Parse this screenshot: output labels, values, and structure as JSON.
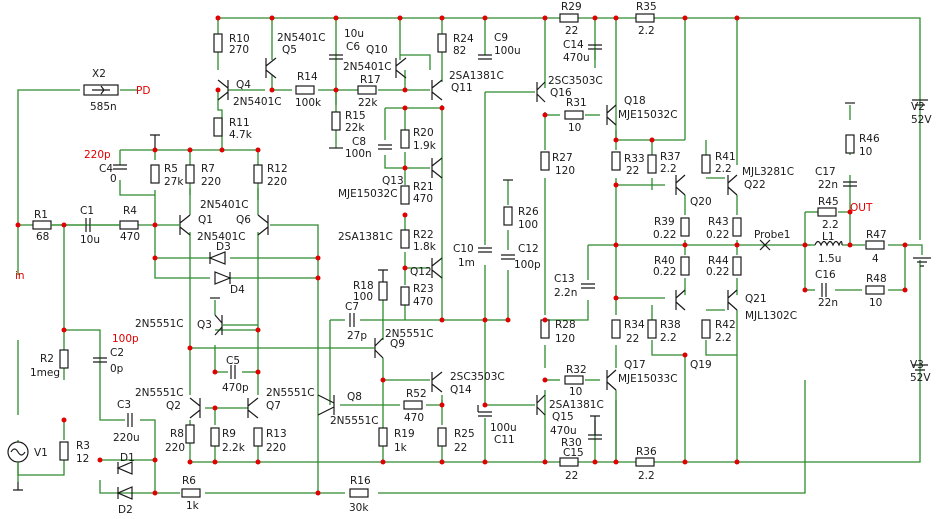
{
  "labels": [
    {
      "id": "R10",
      "t": "R10"
    },
    {
      "id": "R10v",
      "t": "270"
    },
    {
      "id": "Q5",
      "t": "Q5"
    },
    {
      "id": "Q5t",
      "t": "2N5401C"
    },
    {
      "id": "C6",
      "t": "C6"
    },
    {
      "id": "C6v",
      "t": "10u"
    },
    {
      "id": "Q10",
      "t": "Q10"
    },
    {
      "id": "Q10t",
      "t": "2N5401C"
    },
    {
      "id": "R24",
      "t": "R24"
    },
    {
      "id": "R24v",
      "t": "82"
    },
    {
      "id": "C9",
      "t": "C9"
    },
    {
      "id": "C9v",
      "t": "100u"
    },
    {
      "id": "R29",
      "t": "R29"
    },
    {
      "id": "R29v",
      "t": "22"
    },
    {
      "id": "C14",
      "t": "C14"
    },
    {
      "id": "C14v",
      "t": "470u"
    },
    {
      "id": "R35",
      "t": "R35"
    },
    {
      "id": "R35v",
      "t": "2.2"
    },
    {
      "id": "X2",
      "t": "X2"
    },
    {
      "id": "X2v",
      "t": "585n"
    },
    {
      "id": "Q4",
      "t": "Q4"
    },
    {
      "id": "Q4t",
      "t": "2N5401C"
    },
    {
      "id": "R14",
      "t": "R14"
    },
    {
      "id": "R14v",
      "t": "100k"
    },
    {
      "id": "R17",
      "t": "R17"
    },
    {
      "id": "R17v",
      "t": "22k"
    },
    {
      "id": "Q11",
      "t": "Q11"
    },
    {
      "id": "Q11t",
      "t": "2SA1381C"
    },
    {
      "id": "Q16",
      "t": "Q16"
    },
    {
      "id": "Q16t",
      "t": "2SC3503C"
    },
    {
      "id": "R31",
      "t": "R31"
    },
    {
      "id": "R31v",
      "t": "10"
    },
    {
      "id": "Q18",
      "t": "Q18"
    },
    {
      "id": "Q18t",
      "t": "MJE15032C"
    },
    {
      "id": "R11",
      "t": "R11"
    },
    {
      "id": "R11v",
      "t": "4.7k"
    },
    {
      "id": "R15",
      "t": "R15"
    },
    {
      "id": "R15v",
      "t": "22k"
    },
    {
      "id": "C8",
      "t": "C8"
    },
    {
      "id": "C8v",
      "t": "100n"
    },
    {
      "id": "R20",
      "t": "R20"
    },
    {
      "id": "R20v",
      "t": "1.9k"
    },
    {
      "id": "R27",
      "t": "R27"
    },
    {
      "id": "R27v",
      "t": "120"
    },
    {
      "id": "R33",
      "t": "R33"
    },
    {
      "id": "R33v",
      "t": "22"
    },
    {
      "id": "R37",
      "t": "R37"
    },
    {
      "id": "R37v",
      "t": "2.2"
    },
    {
      "id": "R41",
      "t": "R41"
    },
    {
      "id": "R41v",
      "t": "2.2"
    },
    {
      "id": "Q22t",
      "t": "MJL3281C"
    },
    {
      "id": "Q22",
      "t": "Q22"
    },
    {
      "id": "R46",
      "t": "R46"
    },
    {
      "id": "R46v",
      "t": "10"
    },
    {
      "id": "V2",
      "t": "V2"
    },
    {
      "id": "V2v",
      "t": "52V"
    },
    {
      "id": "C17",
      "t": "C17"
    },
    {
      "id": "C17v",
      "t": "22n"
    },
    {
      "id": "C4",
      "t": "C4"
    },
    {
      "id": "C4v",
      "t": "0"
    },
    {
      "id": "R5",
      "t": "R5"
    },
    {
      "id": "R5v",
      "t": "27k"
    },
    {
      "id": "R7",
      "t": "R7"
    },
    {
      "id": "R7v",
      "t": "220"
    },
    {
      "id": "R12",
      "t": "R12"
    },
    {
      "id": "R12v",
      "t": "220"
    },
    {
      "id": "Q13",
      "t": "Q13"
    },
    {
      "id": "Q13t",
      "t": "MJE15032C"
    },
    {
      "id": "R21",
      "t": "R21"
    },
    {
      "id": "R21v",
      "t": "470"
    },
    {
      "id": "Q20",
      "t": "Q20"
    },
    {
      "id": "R45",
      "t": "R45"
    },
    {
      "id": "R45v",
      "t": "2.2"
    },
    {
      "id": "R1",
      "t": "R1"
    },
    {
      "id": "R1v",
      "t": "68"
    },
    {
      "id": "C1",
      "t": "C1"
    },
    {
      "id": "C1v",
      "t": "10u"
    },
    {
      "id": "R4",
      "t": "R4"
    },
    {
      "id": "R4v",
      "t": "470"
    },
    {
      "id": "Q1",
      "t": "Q1"
    },
    {
      "id": "Q1t",
      "t": "2N5401C"
    },
    {
      "id": "Q6",
      "t": "Q6"
    },
    {
      "id": "Q6t",
      "t": "2N5401C"
    },
    {
      "id": "D3",
      "t": "D3"
    },
    {
      "id": "D4",
      "t": "D4"
    },
    {
      "id": "R26",
      "t": "R26"
    },
    {
      "id": "R26v",
      "t": "100"
    },
    {
      "id": "C12",
      "t": "C12"
    },
    {
      "id": "C12v",
      "t": "100p"
    },
    {
      "id": "C10",
      "t": "C10"
    },
    {
      "id": "C10v",
      "t": "1m"
    },
    {
      "id": "R22",
      "t": "R22"
    },
    {
      "id": "R22v",
      "t": "1.8k"
    },
    {
      "id": "Q12",
      "t": "Q12"
    },
    {
      "id": "R23",
      "t": "R23"
    },
    {
      "id": "R23v",
      "t": "470"
    },
    {
      "id": "Q9a",
      "t": "2SA1381C"
    },
    {
      "id": "R39",
      "t": "R39"
    },
    {
      "id": "R39v",
      "t": "0.22"
    },
    {
      "id": "R43",
      "t": "R43"
    },
    {
      "id": "R43v",
      "t": "0.22"
    },
    {
      "id": "R40",
      "t": "R40"
    },
    {
      "id": "R40v",
      "t": "0.22"
    },
    {
      "id": "R44",
      "t": "R44"
    },
    {
      "id": "R44v",
      "t": "0.22"
    },
    {
      "id": "Probe1",
      "t": "Probe1"
    },
    {
      "id": "L1",
      "t": "L1"
    },
    {
      "id": "L1v",
      "t": "1.5u"
    },
    {
      "id": "R47",
      "t": "R47"
    },
    {
      "id": "R47v",
      "t": "4"
    },
    {
      "id": "C16",
      "t": "C16"
    },
    {
      "id": "C16v",
      "t": "22n"
    },
    {
      "id": "R48",
      "t": "R48"
    },
    {
      "id": "R48v",
      "t": "10"
    },
    {
      "id": "C13",
      "t": "C13"
    },
    {
      "id": "C13v",
      "t": "2.2n"
    },
    {
      "id": "R18",
      "t": "R18"
    },
    {
      "id": "R18v",
      "t": "100"
    },
    {
      "id": "C7",
      "t": "C7"
    },
    {
      "id": "C7v",
      "t": "27p"
    },
    {
      "id": "Q9",
      "t": "Q9"
    },
    {
      "id": "Q9t",
      "t": "2N5551C"
    },
    {
      "id": "Q3",
      "t": "Q3"
    },
    {
      "id": "Q3t",
      "t": "2N5551C"
    },
    {
      "id": "C2",
      "t": "C2"
    },
    {
      "id": "C2v",
      "t": "0p"
    },
    {
      "id": "R2",
      "t": "R2"
    },
    {
      "id": "R2v",
      "t": "1meg"
    },
    {
      "id": "C5",
      "t": "C5"
    },
    {
      "id": "C5v",
      "t": "470p"
    },
    {
      "id": "R28",
      "t": "R28"
    },
    {
      "id": "R28v",
      "t": "120"
    },
    {
      "id": "R34",
      "t": "R34"
    },
    {
      "id": "R34v",
      "t": "22"
    },
    {
      "id": "R38",
      "t": "R38"
    },
    {
      "id": "R38v",
      "t": "2.2"
    },
    {
      "id": "R42",
      "t": "R42"
    },
    {
      "id": "R42v",
      "t": "2.2"
    },
    {
      "id": "Q21",
      "t": "Q21"
    },
    {
      "id": "Q21t",
      "t": "MJL1302C"
    },
    {
      "id": "Q19",
      "t": "Q19"
    },
    {
      "id": "Q17",
      "t": "Q17"
    },
    {
      "id": "Q17t",
      "t": "MJE15033C"
    },
    {
      "id": "V3",
      "t": "V3"
    },
    {
      "id": "V3v",
      "t": "52V"
    },
    {
      "id": "Q2t",
      "t": "2N5551C"
    },
    {
      "id": "Q2",
      "t": "Q2"
    },
    {
      "id": "Q7t",
      "t": "2N5551C"
    },
    {
      "id": "Q7",
      "t": "Q7"
    },
    {
      "id": "Q14t",
      "t": "2SC3503C"
    },
    {
      "id": "Q14",
      "t": "Q14"
    },
    {
      "id": "R32",
      "t": "R32"
    },
    {
      "id": "R32v",
      "t": "10"
    },
    {
      "id": "Q8",
      "t": "Q8"
    },
    {
      "id": "Q8t",
      "t": "2N5551C"
    },
    {
      "id": "R52",
      "t": "R52"
    },
    {
      "id": "R52v",
      "t": "470"
    },
    {
      "id": "Q15t",
      "t": "2SA1381C"
    },
    {
      "id": "Q15",
      "t": "Q15"
    },
    {
      "id": "C3",
      "t": "C3"
    },
    {
      "id": "C3v",
      "t": "220u"
    },
    {
      "id": "R8",
      "t": "R8"
    },
    {
      "id": "R8v",
      "t": "220"
    },
    {
      "id": "R9",
      "t": "R9"
    },
    {
      "id": "R9v",
      "t": "2.2k"
    },
    {
      "id": "R13",
      "t": "R13"
    },
    {
      "id": "R13v",
      "t": "220"
    },
    {
      "id": "R19",
      "t": "R19"
    },
    {
      "id": "R19v",
      "t": "1k"
    },
    {
      "id": "R25",
      "t": "R25"
    },
    {
      "id": "R25v",
      "t": "22"
    },
    {
      "id": "C11",
      "t": "C11"
    },
    {
      "id": "C11v",
      "t": "100u"
    },
    {
      "id": "C15",
      "t": "C15"
    },
    {
      "id": "C15v",
      "t": "470u"
    },
    {
      "id": "R30",
      "t": "R30"
    },
    {
      "id": "R30v",
      "t": "22"
    },
    {
      "id": "R36",
      "t": "R36"
    },
    {
      "id": "R36v",
      "t": "2.2"
    },
    {
      "id": "V1",
      "t": "V1"
    },
    {
      "id": "R3",
      "t": "R3"
    },
    {
      "id": "R3v",
      "t": "12"
    },
    {
      "id": "D1",
      "t": "D1"
    },
    {
      "id": "D2",
      "t": "D2"
    },
    {
      "id": "R6",
      "t": "R6"
    },
    {
      "id": "R6v",
      "t": "1k"
    },
    {
      "id": "R16",
      "t": "R16"
    },
    {
      "id": "R16v",
      "t": "30k"
    }
  ],
  "red_labels": [
    {
      "id": "PD",
      "t": "PD"
    },
    {
      "id": "C4ann",
      "t": "220p"
    },
    {
      "id": "in",
      "t": "in"
    },
    {
      "id": "OUT",
      "t": "OUT"
    },
    {
      "id": "C2ann",
      "t": "100p"
    }
  ],
  "colors": {
    "wire": "#2e8b2e",
    "component": "#1a1a1a",
    "node": "#e00000"
  }
}
